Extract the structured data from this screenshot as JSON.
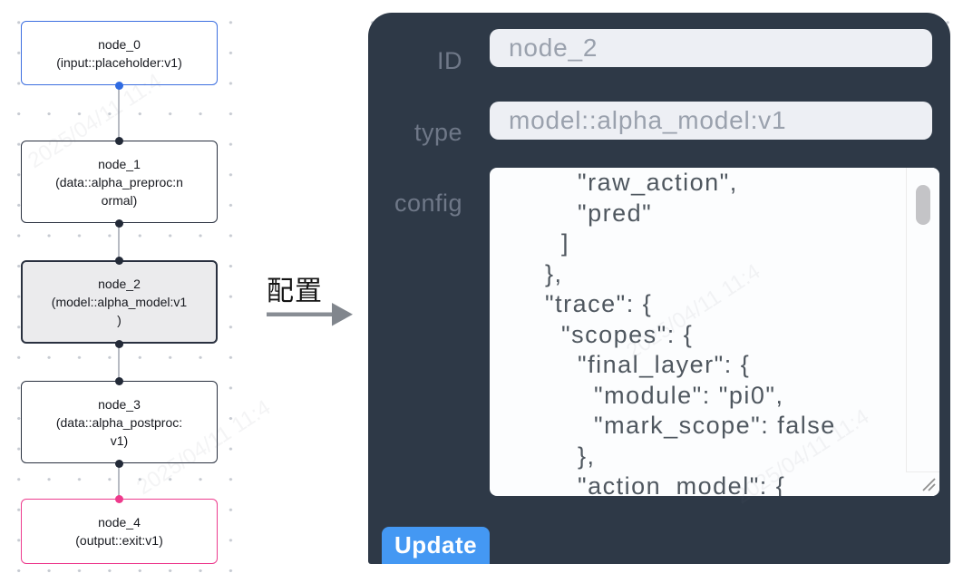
{
  "flow": {
    "nodes": [
      {
        "id": "node_0",
        "type": "input::placeholder:v1",
        "lines": [
          "node_0",
          "(input::placeholder:v1)"
        ]
      },
      {
        "id": "node_1",
        "type": "data::alpha_preproc:normal",
        "lines": [
          "node_1",
          "(data::alpha_preproc:n",
          "ormal)"
        ]
      },
      {
        "id": "node_2",
        "type": "model::alpha_model:v1",
        "lines": [
          "node_2",
          "(model::alpha_model:v1",
          ")"
        ],
        "selected": true
      },
      {
        "id": "node_3",
        "type": "data::alpha_postproc:v1",
        "lines": [
          "node_3",
          "(data::alpha_postproc:",
          "v1)"
        ]
      },
      {
        "id": "node_4",
        "type": "output::exit:v1",
        "lines": [
          "node_4",
          "(output::exit:v1)"
        ]
      }
    ],
    "colors": {
      "input_node_border": "#3d6fe0",
      "output_node_border": "#ed3c8e",
      "default_node_border": "#29303f",
      "selected_node_fill": "#ebebed",
      "edge": "#b7bbc3"
    }
  },
  "connector": {
    "label": "配置"
  },
  "panel": {
    "background": "#2e3947",
    "fields": [
      {
        "label": "ID",
        "value": "node_2"
      },
      {
        "label": "type",
        "value": "model::alpha_model:v1"
      }
    ],
    "config": {
      "label": "config",
      "visible_text": "          \"raw_action\",\n          \"pred\"\n        ]\n      },\n      \"trace\": {\n        \"scopes\": {\n          \"final_layer\": {\n            \"module\": \"pi0\",\n            \"mark_scope\": false\n          },\n          \"action_model\": {"
    },
    "update_label": "Update",
    "update_color": "#4498f3"
  },
  "watermark": "2025/04/11 11:4"
}
